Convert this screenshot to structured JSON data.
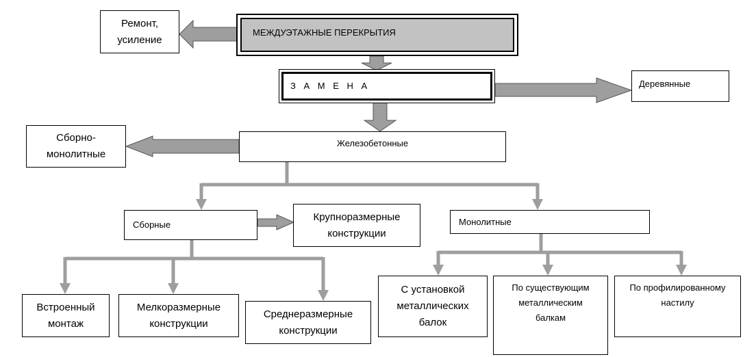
{
  "nodes": {
    "title": "МЕЖДУЭТАЖНЫЕ ПЕРЕКРЫТИЯ",
    "repair": "Ремонт,\nусиление",
    "replacement": "З А М Е Н А",
    "wooden": "Деревянные",
    "reinforced_concrete": "Железобетонные",
    "precast_monolithic": "Сборно-\nмонолитные",
    "precast": "Сборные",
    "large_panel": "Крупноразмерные\nконструкции",
    "monolithic": "Монолитные",
    "built_in": "Встроенный\nмонтаж",
    "small_size": "Мелкоразмерные\nконструкции",
    "medium_size": "Среднеразмерные\nконструкции",
    "metal_beams_new": "С установкой\nметаллических\nбалок",
    "metal_beams_existing": "По существующим\nметаллическим\nбалкам",
    "profiled_deck": "По профилированному\nнастилу"
  },
  "colors": {
    "connector": "#9e9e9e",
    "connector_outline": "#555555",
    "title_fill": "#c2c2c2"
  }
}
